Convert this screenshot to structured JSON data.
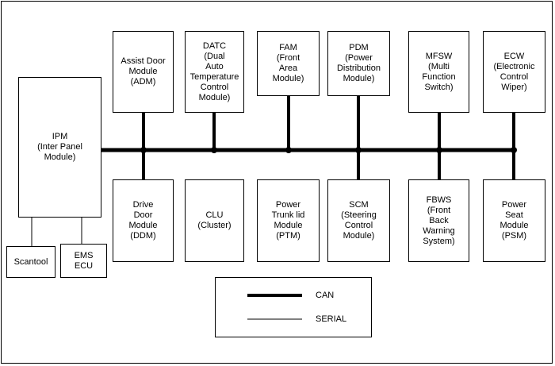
{
  "modules_top": [
    {
      "id": "adm",
      "label": "Assist Door\nModule\n(ADM)"
    },
    {
      "id": "datc",
      "label": "DATC\n(Dual\nAuto\nTemperature\nControl\nModule)"
    },
    {
      "id": "fam",
      "label": "FAM\n(Front\nArea\nModule)"
    },
    {
      "id": "pdm",
      "label": "PDM\n(Power\nDistribution\nModule)"
    },
    {
      "id": "mfsw",
      "label": "MFSW\n(Multi\nFunction\nSwitch)"
    },
    {
      "id": "ecw",
      "label": "ECW\n(Electronic\nControl\nWiper)"
    }
  ],
  "modules_bottom": [
    {
      "id": "ddm",
      "label": "Drive\nDoor\nModule\n(DDM)"
    },
    {
      "id": "clu",
      "label": "CLU\n(Cluster)"
    },
    {
      "id": "ptm",
      "label": "Power\nTrunk lid\nModule\n(PTM)"
    },
    {
      "id": "scm",
      "label": "SCM\n(Steering\nControl\nModule)"
    },
    {
      "id": "fbws",
      "label": "FBWS\n(Front\nBack\nWarning\nSystem)"
    },
    {
      "id": "psm",
      "label": "Power\nSeat\nModule\n(PSM)"
    }
  ],
  "ipm": {
    "label": "IPM\n(Inter Panel\nModule)"
  },
  "scantool": {
    "label": "Scantool"
  },
  "ems": {
    "label": "EMS\nECU"
  },
  "legend": {
    "can": "CAN",
    "serial": "SERIAL"
  }
}
